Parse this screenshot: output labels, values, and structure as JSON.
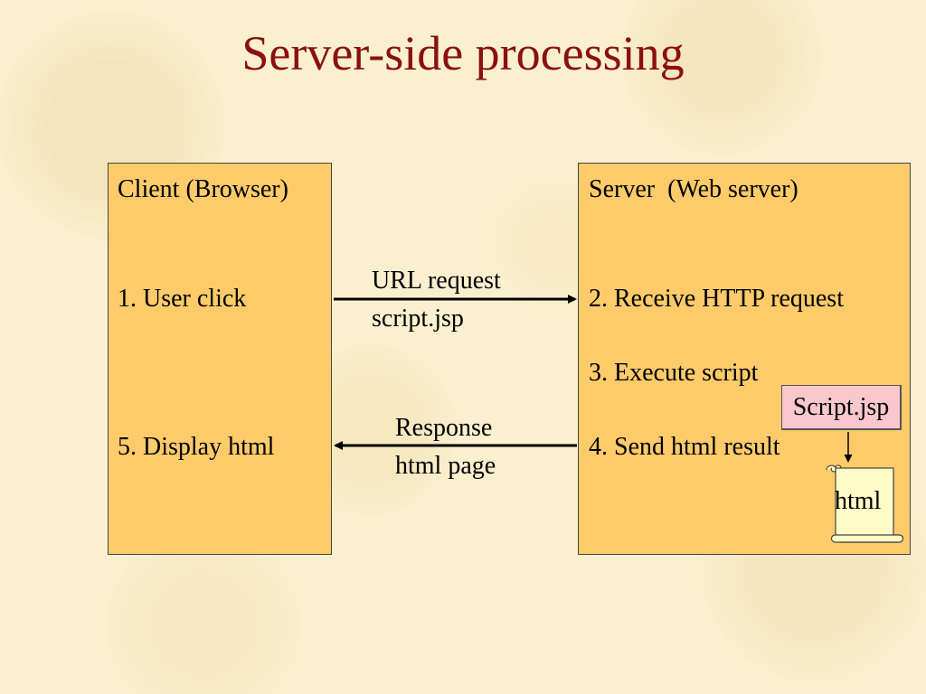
{
  "title": "Server-side processing",
  "client": {
    "heading": "Client (Browser)",
    "step1": "1. User click",
    "step5": "5. Display html"
  },
  "server": {
    "heading": "Server  (Web server)",
    "step2": "2. Receive HTTP request",
    "step3": "3. Execute script",
    "step4": "4. Send html result"
  },
  "request_arrow": {
    "line1": "URL request",
    "line2": "script.jsp"
  },
  "response_arrow": {
    "line1": "Response",
    "line2": "html page"
  },
  "script_note": "Script.jsp",
  "html_doc": "html",
  "colors": {
    "background": "#faf0cf",
    "title": "#8b1010",
    "panel_fill": "#fdcb6a",
    "note_fill": "#f9c7cc",
    "document_fill": "#fffbc8"
  }
}
